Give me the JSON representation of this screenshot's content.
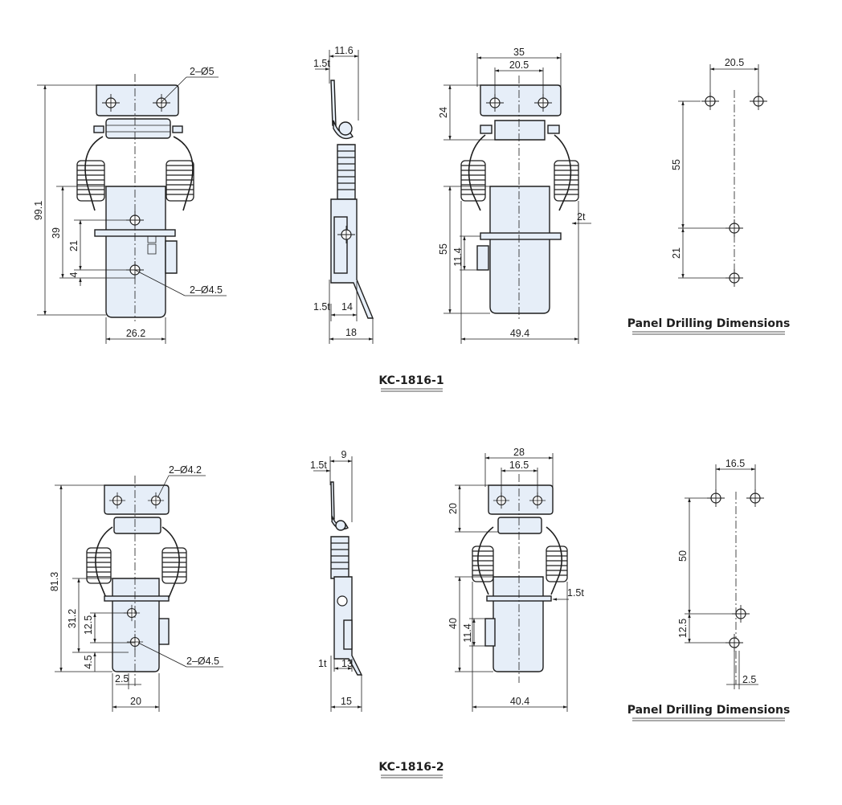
{
  "models": [
    {
      "name": "KC-1816-1",
      "front": {
        "overall_height": "99.1",
        "h39": "39",
        "h21": "21",
        "h4": "4",
        "width": "26.2",
        "mount_holes": "2–Ø5",
        "latch_holes": "2–Ø4.5"
      },
      "side": {
        "top_width": "11.6",
        "top_thickness": "1.5t",
        "bottom_thickness": "1.5t",
        "body_depth": "14",
        "total_depth": "18"
      },
      "rear": {
        "plate_width": "35",
        "hole_pitch": "20.5",
        "plate_height": "24",
        "body_height": "55",
        "hook_offset": "11.4",
        "thickness": "2t",
        "total_width": "49.4"
      },
      "drilling": {
        "title": "Panel Drilling Dimensions",
        "pitch": "20.5",
        "spacing": "55",
        "lower": "21"
      }
    },
    {
      "name": "KC-1816-2",
      "front": {
        "overall_height": "81.3",
        "h31": "31.2",
        "h12": "12.5",
        "h4": "4.5",
        "offset": "2.5",
        "width": "20",
        "mount_holes": "2–Ø4.2",
        "latch_holes": "2–Ø4.5"
      },
      "side": {
        "top_width": "9",
        "top_thickness": "1.5t",
        "bottom_thickness": "1t",
        "body_depth": "13",
        "total_depth": "15"
      },
      "rear": {
        "plate_width": "28",
        "hole_pitch": "16.5",
        "plate_height": "20",
        "body_height": "40",
        "hook_offset": "11.4",
        "thickness": "1.5t",
        "total_width": "40.4"
      },
      "drilling": {
        "title": "Panel Drilling Dimensions",
        "pitch": "16.5",
        "spacing": "50",
        "lower": "12.5",
        "offset": "2.5"
      }
    }
  ]
}
